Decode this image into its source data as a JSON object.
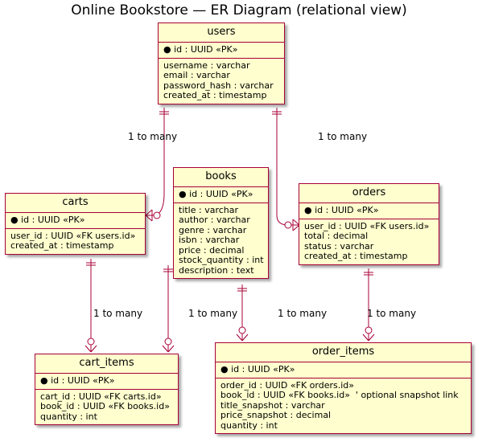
{
  "title": "Online Bookstore — ER Diagram (relational view)",
  "colors": {
    "entity_fill": "#fefece",
    "entity_border": "#a80036",
    "edge": "#a80036"
  },
  "entities": {
    "users": {
      "name": "users",
      "pk": "● id : UUID «PK»",
      "fields": [
        "username : varchar",
        "email : varchar",
        "password_hash : varchar",
        "created_at : timestamp"
      ]
    },
    "carts": {
      "name": "carts",
      "pk": "● id : UUID «PK»",
      "fields": [
        "user_id : UUID «FK users.id»",
        "created_at : timestamp"
      ]
    },
    "books": {
      "name": "books",
      "pk": "● id : UUID «PK»",
      "fields": [
        "title : varchar",
        "author : varchar",
        "genre : varchar",
        "isbn : varchar",
        "price : decimal",
        "stock_quantity : int",
        "description : text"
      ]
    },
    "orders": {
      "name": "orders",
      "pk": "● id : UUID «PK»",
      "fields": [
        "user_id : UUID «FK users.id»",
        "total : decimal",
        "status : varchar",
        "created_at : timestamp"
      ]
    },
    "cart_items": {
      "name": "cart_items",
      "pk": "● id : UUID «PK»",
      "fields": [
        "cart_id : UUID «FK carts.id»",
        "book_id : UUID «FK books.id»",
        "quantity : int"
      ]
    },
    "order_items": {
      "name": "order_items",
      "pk": "● id : UUID «PK»",
      "fields": [
        "order_id : UUID «FK orders.id»",
        "book_id : UUID «FK books.id»  ' optional snapshot link",
        "title_snapshot : varchar",
        "price_snapshot : decimal",
        "quantity : int"
      ]
    }
  },
  "relationships": {
    "users_carts": "1 to many",
    "users_orders": "1 to many",
    "carts_cart_items": "1 to many",
    "books_cart_items": "1 to many",
    "books_order_items": "1 to many",
    "orders_order_items": "1 to many"
  }
}
